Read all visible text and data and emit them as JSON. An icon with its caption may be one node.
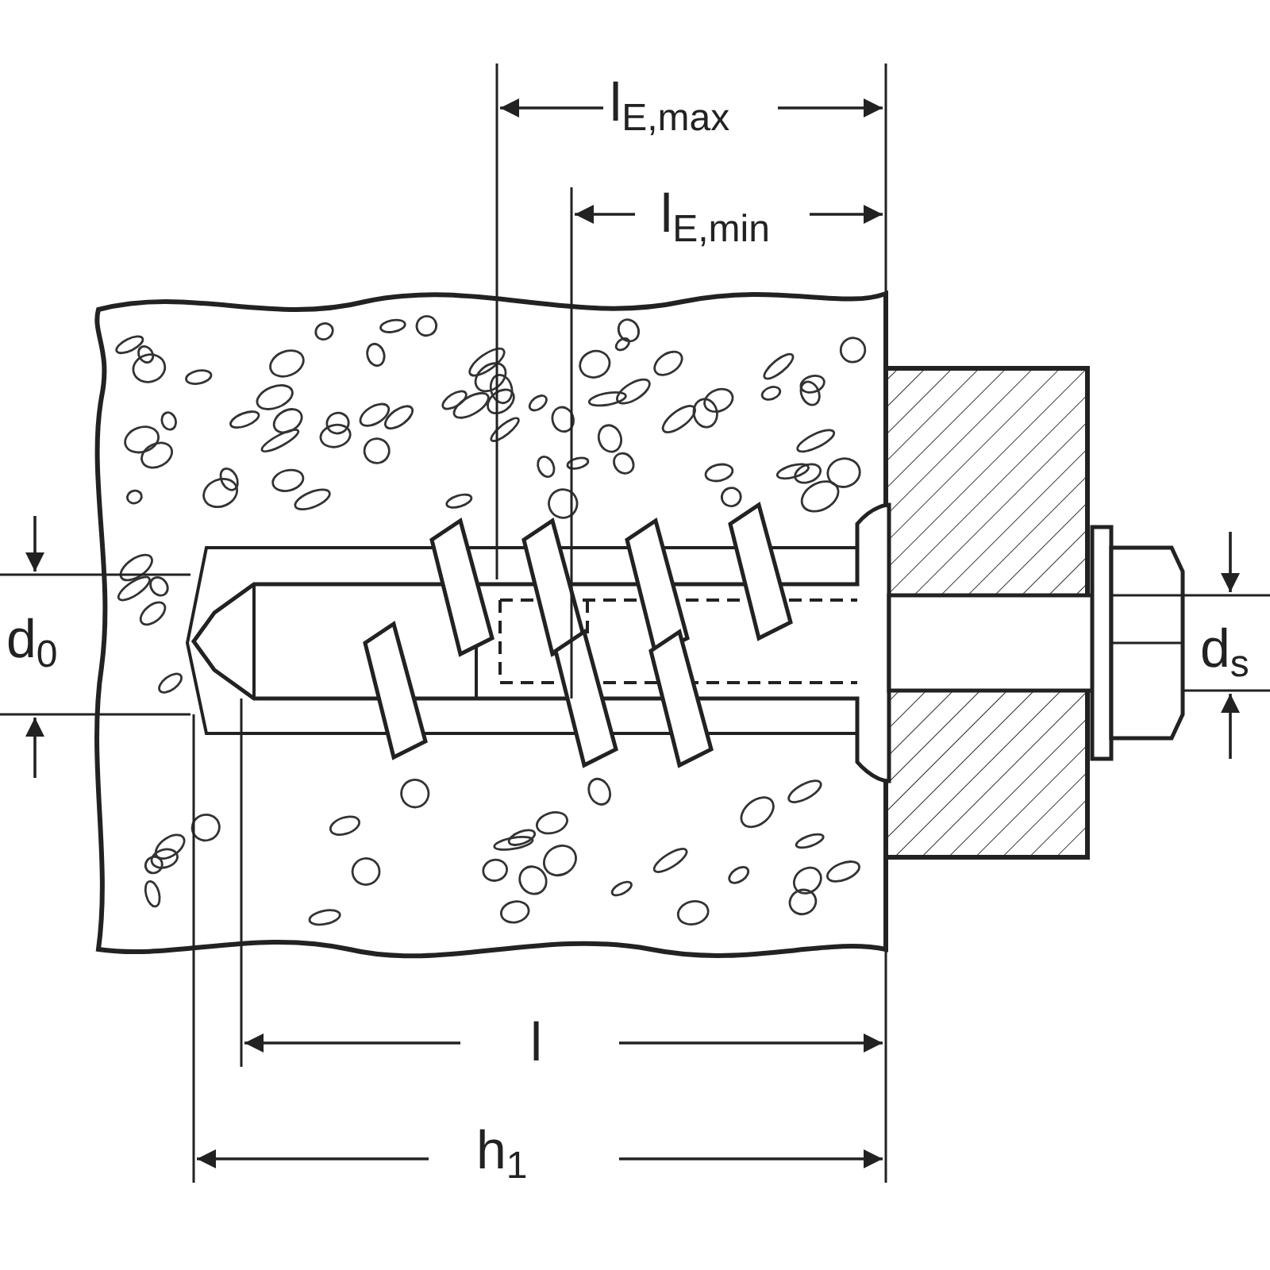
{
  "diagram": {
    "labels": [
      "l$_{E,max}$",
      "l$_{E,min}$",
      "d$_{0}$",
      "d$_{s}$",
      "l",
      "h$_{1}$"
    ]
  }
}
